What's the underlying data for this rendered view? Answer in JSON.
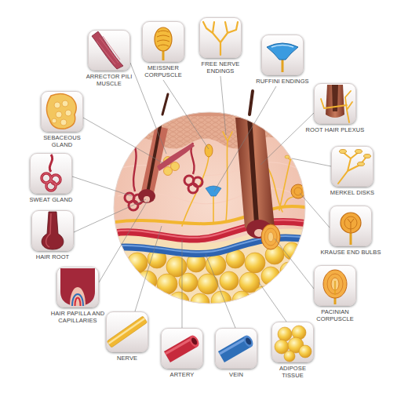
{
  "diagram": {
    "nodes": [
      {
        "text": [
          "ARRECTOR PILI MUSCLE"
        ]
      },
      {
        "text": [
          "MEISSNER CORPUSCLE"
        ]
      },
      {
        "text": [
          "FREE NERVE ENDINGS"
        ]
      },
      {
        "text": [
          "RUFFINI ENDINGS"
        ]
      },
      {
        "text": [
          "SEBACEOUS GLAND"
        ]
      },
      {
        "text": [
          "ROOT HAIR PLEXUS"
        ]
      },
      {
        "text": [
          "SWEAT GLAND"
        ]
      },
      {
        "text": [
          "MERKEL DISKS"
        ]
      },
      {
        "text": [
          "HAIR ROOT"
        ]
      },
      {
        "text": [
          "KRAUSE END BULBS"
        ]
      },
      {
        "text": [
          "HAIR PAPILLA AND CAPILLARIES"
        ]
      },
      {
        "text": [
          "PACINIAN CORPUSCLE"
        ]
      },
      {
        "text": [
          "NERVE"
        ]
      },
      {
        "text": [
          "ARTERY"
        ]
      },
      {
        "text": [
          "VEIN"
        ]
      },
      {
        "text": [
          "ADIPOSE TISSUE"
        ]
      }
    ]
  }
}
